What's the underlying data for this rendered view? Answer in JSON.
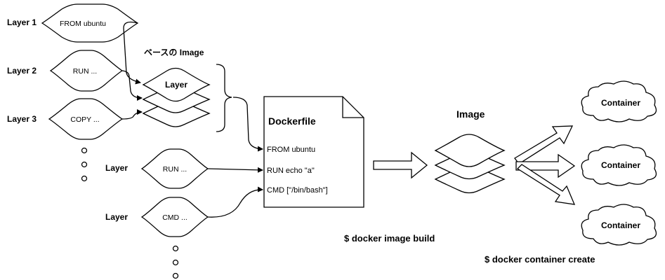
{
  "layers_left": [
    {
      "label": "Layer 1",
      "instruction": "FROM ubuntu"
    },
    {
      "label": "Layer 2",
      "instruction": "RUN ..."
    },
    {
      "label": "Layer 3",
      "instruction": "COPY ..."
    }
  ],
  "base_image": {
    "caption": "ベースの Image",
    "stack_label": "Layer"
  },
  "extra_layers": [
    {
      "label": "Layer",
      "instruction": "RUN ..."
    },
    {
      "label": "Layer",
      "instruction": "CMD ..."
    }
  ],
  "dockerfile": {
    "title": "Dockerfile",
    "lines": [
      "FROM ubuntu",
      "RUN echo \"a\"",
      "CMD [\"/bin/bash\"]"
    ]
  },
  "image": {
    "title": "Image"
  },
  "containers": [
    "Container",
    "Container",
    "Container"
  ],
  "commands": {
    "build": "$ docker image build",
    "create": "$ docker container create"
  }
}
